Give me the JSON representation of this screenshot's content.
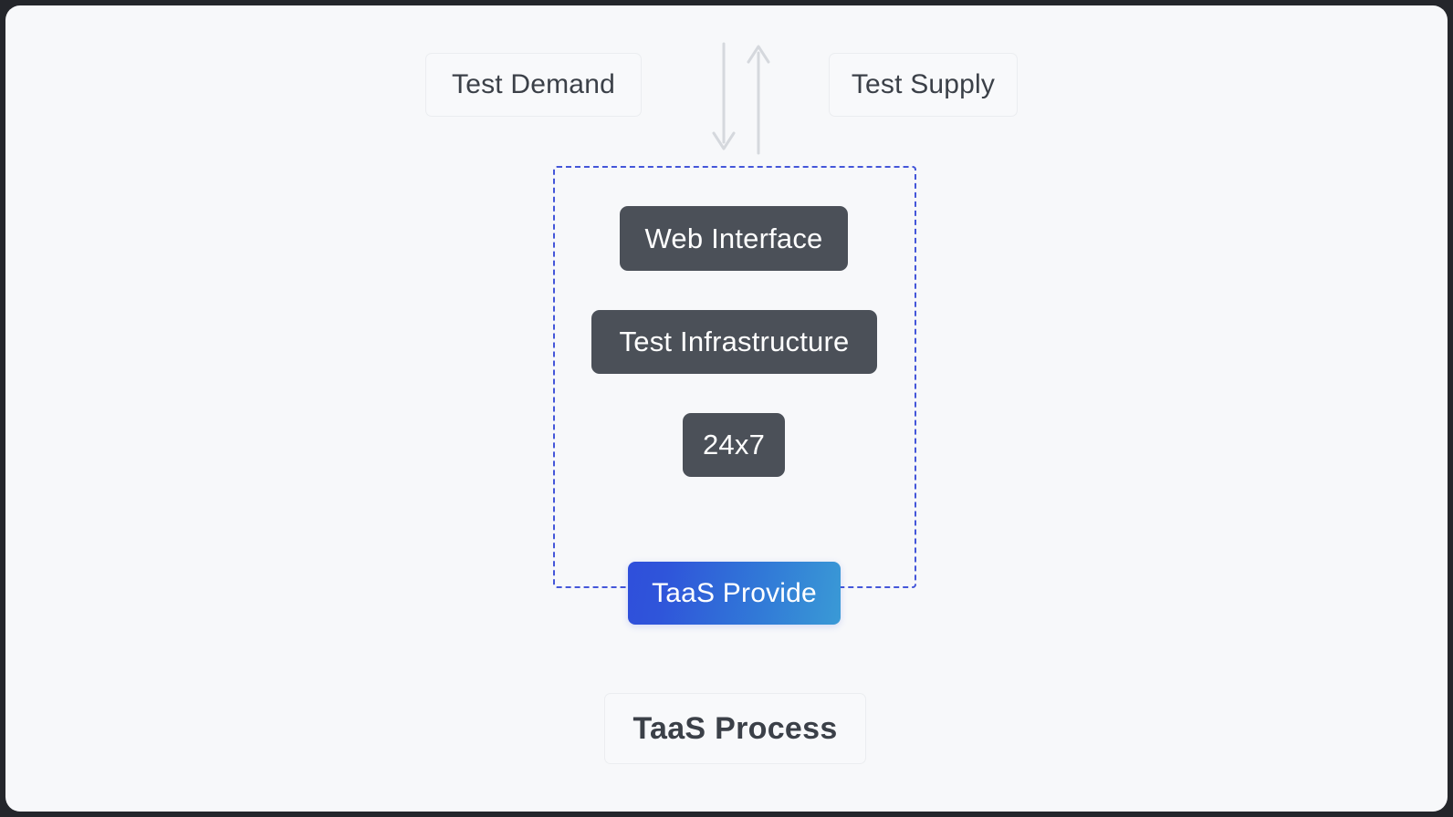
{
  "diagram": {
    "title": "TaaS Process",
    "colors": {
      "page_background": "#24262b",
      "canvas_background": "#f7f8fa",
      "chip_background": "#f8f9fb",
      "chip_border": "#ebedf0",
      "chip_text": "#3b4048",
      "node_dark_background": "#4b5058",
      "node_dark_text": "#ffffff",
      "dashed_border": "#4456d9",
      "gradient_start": "#2f4fdb",
      "gradient_end": "#3a9ad6",
      "arrow_stroke": "#d5d8dd"
    },
    "top_chips": [
      {
        "id": "test-demand",
        "label": "Test Demand"
      },
      {
        "id": "test-supply",
        "label": "Test Supply"
      }
    ],
    "arrows": [
      {
        "id": "demand-arrow",
        "direction": "down",
        "icon": "arrow-down-icon"
      },
      {
        "id": "supply-arrow",
        "direction": "up",
        "icon": "arrow-up-icon"
      }
    ],
    "container": {
      "id": "taas-provider-container",
      "border_style": "dashed",
      "nodes": [
        {
          "id": "web-interface",
          "label": "Web Interface"
        },
        {
          "id": "test-infrastructure",
          "label": "Test Infrastructure"
        },
        {
          "id": "availability",
          "label": "24x7"
        }
      ],
      "highlight_node": {
        "id": "taas-provide",
        "label": "TaaS Provide"
      }
    },
    "footer_chip": {
      "id": "taas-process",
      "label": "TaaS Process"
    }
  }
}
